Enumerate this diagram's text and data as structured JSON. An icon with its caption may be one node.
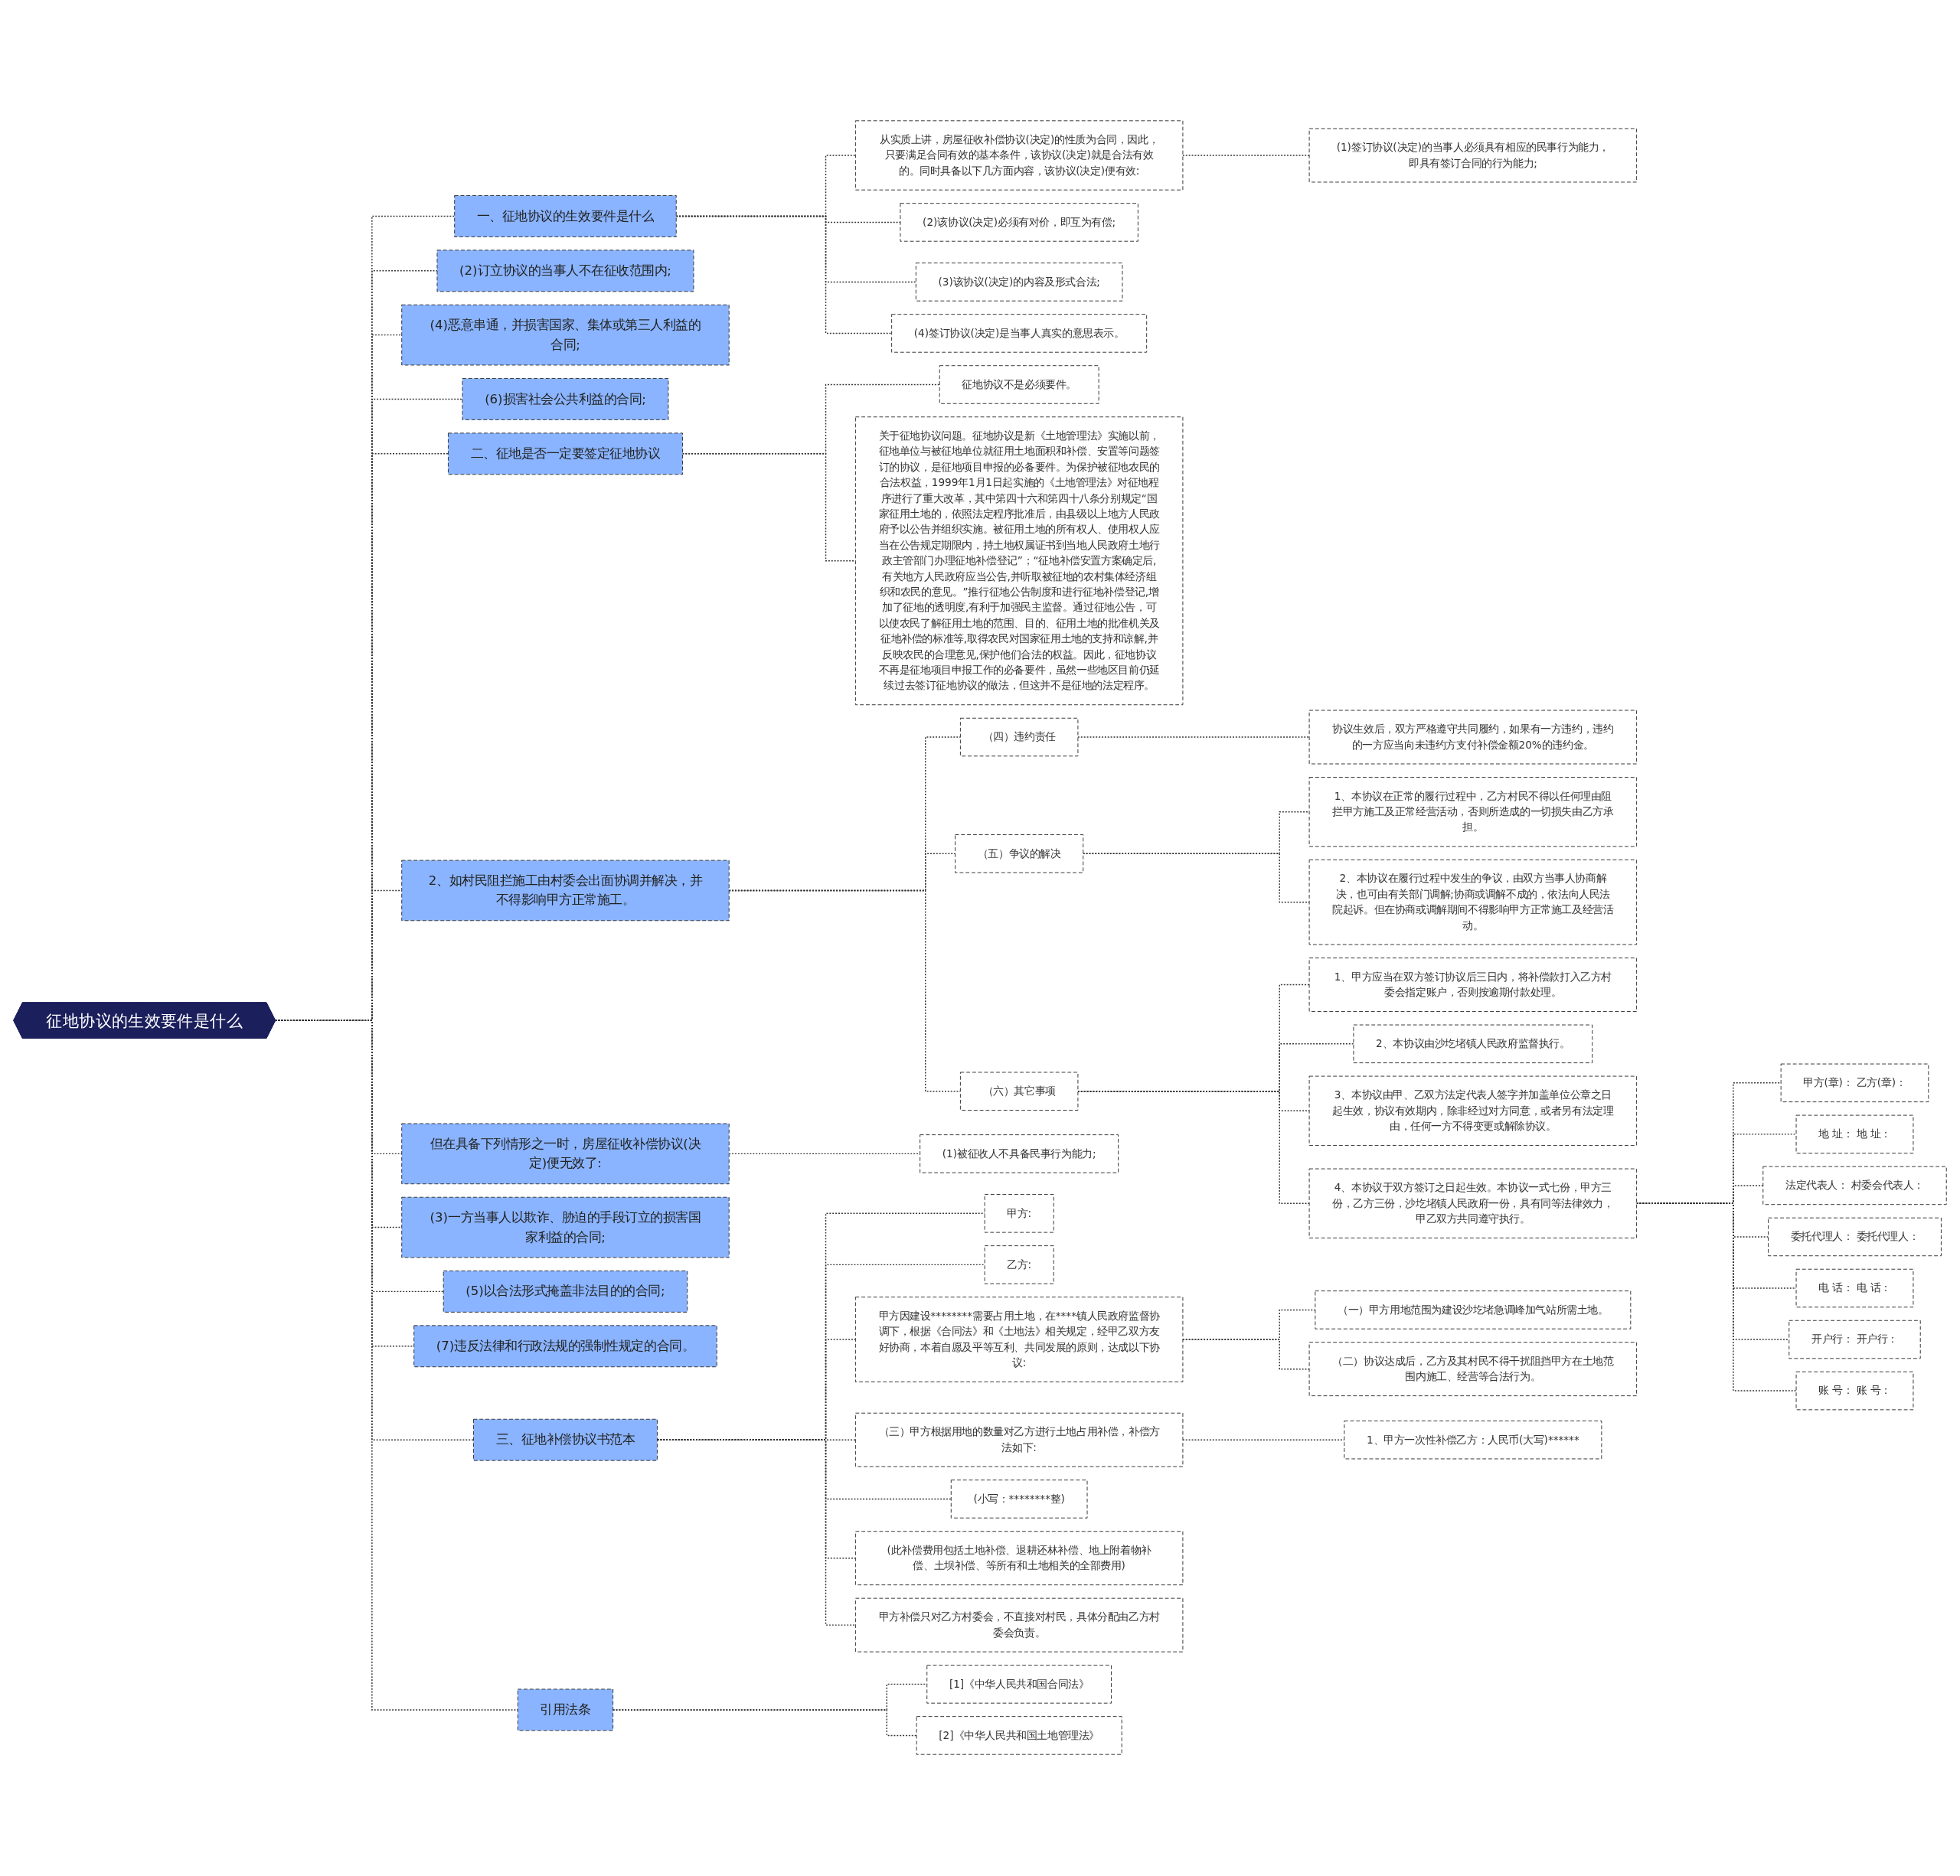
{
  "diagram": {
    "nodes": [
      {
        "text": [
          "征地协议的生效要件是什么"
        ]
      },
      {
        "text": [
          "一、征地协议的生效要件是什么"
        ]
      },
      {
        "text": [
          "从实质上讲，房屋征收补偿协议(决定)的性质为合同，因此，只要满足合同有效的基本条件，该协议(决定)就是合法有效的。同时具备以下几方面内容，该协议(决定)便有效:"
        ]
      },
      {
        "text": [
          "(1)签订协议(决定)的当事人必须具有相应的民事行为能力，即具有签订合同的行为能力;"
        ]
      },
      {
        "text": [
          "(2)该协议(决定)必须有对价，即互为有偿;"
        ]
      },
      {
        "text": [
          "(3)该协议(决定)的内容及形式合法;"
        ]
      },
      {
        "text": [
          "(4)签订协议(决定)是当事人真实的意思表示。"
        ]
      },
      {
        "text": [
          "(2)订立协议的当事人不在征收范围内;"
        ]
      },
      {
        "text": [
          "(4)恶意串通，并损害国家、集体或第三人利益的合同;"
        ]
      },
      {
        "text": [
          "(6)损害社会公共利益的合同;"
        ]
      },
      {
        "text": [
          "二、征地是否一定要签定征地协议"
        ]
      },
      {
        "text": [
          "征地协议不是必须要件。"
        ]
      },
      {
        "text": [
          "关于征地协议问题。征地协议是新《土地管理法》实施以前，征地单位与被征地单位就征用土地面积和补偿、安置等问题签订的协议，是征地项目申报的必备要件。为保护被征地农民的合法权益，1999年1月1日起实施的《土地管理法》对征地程序进行了重大改革，其中第四十六和第四十八条分别规定“国家征用土地的，依照法定程序批准后，由县级以上地方人民政府予以公告并组织实施。被征用土地的所有权人、使用权人应当在公告规定期限内，持土地权属证书到当地人民政府土地行政主管部门办理征地补偿登记”；“征地补偿安置方案确定后,有关地方人民政府应当公告,并听取被征地的农村集体经济组织和农民的意见。”推行征地公告制度和进行征地补偿登记,增加了征地的透明度,有利于加强民主监督。通过征地公告，可以使农民了解征用土地的范围、目的、征用土地的批准机关及征地补偿的标准等,取得农民对国家征用土地的支持和谅解,并反映农民的合理意见,保护他们合法的权益。因此，征地协议不再是征地项目申报工作的必备要件，虽然一些地区目前仍延续过去签订征地协议的做法，但这并不是征地的法定程序。"
        ]
      },
      {
        "text": [
          "2、如村民阻拦施工由村委会出面协调并解决，并不得影响甲方正常施工。"
        ]
      },
      {
        "text": [
          "（四）违约责任"
        ]
      },
      {
        "text": [
          "协议生效后，双方严格遵守共同履约，如果有一方违约，违约的一方应当向未违约方支付补偿金额20%的违约金。"
        ]
      },
      {
        "text": [
          "（五）争议的解决"
        ]
      },
      {
        "text": [
          "1、本协议在正常的履行过程中，乙方村民不得以任何理由阻拦甲方施工及正常经营活动，否则所造成的一切损失由乙方承担。"
        ]
      },
      {
        "text": [
          "2、本协议在履行过程中发生的争议，由双方当事人协商解决，也可由有关部门调解;协商或调解不成的，依法向人民法院起诉。但在协商或调解期间不得影响甲方正常施工及经营活动。"
        ]
      },
      {
        "text": [
          "（六）其它事项"
        ]
      },
      {
        "text": [
          "1、甲方应当在双方签订协议后三日内，将补偿款打入乙方村委会指定账户，否则按逾期付款处理。"
        ]
      },
      {
        "text": [
          "2、本协议由沙圪堵镇人民政府监督执行。"
        ]
      },
      {
        "text": [
          "3、本协议由甲、乙双方法定代表人签字并加盖单位公章之日起生效，协议有效期内，除非经过对方同意，或者另有法定理由，任何一方不得变更或解除协议。"
        ]
      },
      {
        "text": [
          "4、本协议于双方签订之日起生效。本协议一式七份，甲方三份，乙方三份，沙圪堵镇人民政府一份，具有同等法律效力，甲乙双方共同遵守执行。"
        ]
      },
      {
        "text": [
          "甲方(章)： 乙方(章)："
        ]
      },
      {
        "text": [
          "地 址： 地 址："
        ]
      },
      {
        "text": [
          "法定代表人： 村委会代表人："
        ]
      },
      {
        "text": [
          "委托代理人： 委托代理人："
        ]
      },
      {
        "text": [
          "电 话： 电 话："
        ]
      },
      {
        "text": [
          "开户行： 开户行："
        ]
      },
      {
        "text": [
          "账 号： 账 号："
        ]
      },
      {
        "text": [
          "但在具备下列情形之一时，房屋征收补偿协议(决定)便无效了:"
        ]
      },
      {
        "text": [
          "(1)被征收人不具备民事行为能力;"
        ]
      },
      {
        "text": [
          "(3)一方当事人以欺诈、胁迫的手段订立的损害国家利益的合同;"
        ]
      },
      {
        "text": [
          "(5)以合法形式掩盖非法目的的合同;"
        ]
      },
      {
        "text": [
          "(7)违反法律和行政法规的强制性规定的合同。"
        ]
      },
      {
        "text": [
          "三、征地补偿协议书范本"
        ]
      },
      {
        "text": [
          "甲方:"
        ]
      },
      {
        "text": [
          "乙方:"
        ]
      },
      {
        "text": [
          "甲方因建设********需要占用土地，在****镇人民政府监督协调下，根据《合同法》和《土地法》相关规定，经甲乙双方友好协商，本着自愿及平等互利、共同发展的原则，达成以下协议:"
        ]
      },
      {
        "text": [
          "（一）甲方用地范围为建设沙圪堵急调峰加气站所需土地。"
        ]
      },
      {
        "text": [
          "（二）协议达成后，乙方及其村民不得干扰阻挡甲方在土地范围内施工、经营等合法行为。"
        ]
      },
      {
        "text": [
          "（三）甲方根据用地的数量对乙方进行土地占用补偿，补偿方法如下:"
        ]
      },
      {
        "text": [
          "1、甲方一次性补偿乙方：人民币(大写)******"
        ]
      },
      {
        "text": [
          "(小写：********整)"
        ]
      },
      {
        "text": [
          "(此补偿费用包括土地补偿、退耕还林补偿、地上附着物补偿、土坝补偿、等所有和土地相关的全部费用)"
        ]
      },
      {
        "text": [
          "甲方补偿只对乙方村委会，不直接对村民，具体分配由乙方村委会负责。"
        ]
      },
      {
        "text": [
          "引用法条"
        ]
      },
      {
        "text": [
          "[1]《中华人民共和国合同法》"
        ]
      },
      {
        "text": [
          "[2]《中华人民共和国土地管理法》"
        ]
      }
    ],
    "edges": [
      {
        "from": 0,
        "to": 1,
        "arrow": "none",
        "style": "dashed"
      },
      {
        "from": 1,
        "to": 2,
        "arrow": "none",
        "style": "dashed"
      },
      {
        "from": 2,
        "to": 3,
        "arrow": "none",
        "style": "dashed"
      },
      {
        "from": 1,
        "to": 4,
        "arrow": "none",
        "style": "dashed"
      },
      {
        "from": 1,
        "to": 5,
        "arrow": "none",
        "style": "dashed"
      },
      {
        "from": 1,
        "to": 6,
        "arrow": "none",
        "style": "dashed"
      },
      {
        "from": 0,
        "to": 7,
        "arrow": "none",
        "style": "dashed"
      },
      {
        "from": 0,
        "to": 8,
        "arrow": "none",
        "style": "dashed"
      },
      {
        "from": 0,
        "to": 9,
        "arrow": "none",
        "style": "dashed"
      },
      {
        "from": 0,
        "to": 10,
        "arrow": "none",
        "style": "dashed"
      },
      {
        "from": 10,
        "to": 11,
        "arrow": "none",
        "style": "dashed"
      },
      {
        "from": 10,
        "to": 12,
        "arrow": "none",
        "style": "dashed"
      },
      {
        "from": 0,
        "to": 13,
        "arrow": "none",
        "style": "dashed"
      },
      {
        "from": 13,
        "to": 14,
        "arrow": "none",
        "style": "dashed"
      },
      {
        "from": 14,
        "to": 15,
        "arrow": "none",
        "style": "dashed"
      },
      {
        "from": 13,
        "to": 16,
        "arrow": "none",
        "style": "dashed"
      },
      {
        "from": 16,
        "to": 17,
        "arrow": "none",
        "style": "dashed"
      },
      {
        "from": 16,
        "to": 18,
        "arrow": "none",
        "style": "dashed"
      },
      {
        "from": 13,
        "to": 19,
        "arrow": "none",
        "style": "dashed"
      },
      {
        "from": 19,
        "to": 20,
        "arrow": "none",
        "style": "dashed"
      },
      {
        "from": 19,
        "to": 21,
        "arrow": "none",
        "style": "dashed"
      },
      {
        "from": 19,
        "to": 22,
        "arrow": "none",
        "style": "dashed"
      },
      {
        "from": 19,
        "to": 23,
        "arrow": "none",
        "style": "dashed"
      },
      {
        "from": 23,
        "to": 24,
        "arrow": "none",
        "style": "dashed"
      },
      {
        "from": 23,
        "to": 25,
        "arrow": "none",
        "style": "dashed"
      },
      {
        "from": 23,
        "to": 26,
        "arrow": "none",
        "style": "dashed"
      },
      {
        "from": 23,
        "to": 27,
        "arrow": "none",
        "style": "dashed"
      },
      {
        "from": 23,
        "to": 28,
        "arrow": "none",
        "style": "dashed"
      },
      {
        "from": 23,
        "to": 29,
        "arrow": "none",
        "style": "dashed"
      },
      {
        "from": 23,
        "to": 30,
        "arrow": "none",
        "style": "dashed"
      },
      {
        "from": 0,
        "to": 31,
        "arrow": "none",
        "style": "dashed"
      },
      {
        "from": 31,
        "to": 32,
        "arrow": "none",
        "style": "dashed"
      },
      {
        "from": 0,
        "to": 33,
        "arrow": "none",
        "style": "dashed"
      },
      {
        "from": 0,
        "to": 34,
        "arrow": "none",
        "style": "dashed"
      },
      {
        "from": 0,
        "to": 35,
        "arrow": "none",
        "style": "dashed"
      },
      {
        "from": 0,
        "to": 36,
        "arrow": "none",
        "style": "dashed"
      },
      {
        "from": 36,
        "to": 37,
        "arrow": "none",
        "style": "dashed"
      },
      {
        "from": 36,
        "to": 38,
        "arrow": "none",
        "style": "dashed"
      },
      {
        "from": 36,
        "to": 39,
        "arrow": "none",
        "style": "dashed"
      },
      {
        "from": 39,
        "to": 40,
        "arrow": "none",
        "style": "dashed"
      },
      {
        "from": 39,
        "to": 41,
        "arrow": "none",
        "style": "dashed"
      },
      {
        "from": 36,
        "to": 42,
        "arrow": "none",
        "style": "dashed"
      },
      {
        "from": 42,
        "to": 43,
        "arrow": "none",
        "style": "dashed"
      },
      {
        "from": 36,
        "to": 44,
        "arrow": "none",
        "style": "dashed"
      },
      {
        "from": 36,
        "to": 45,
        "arrow": "none",
        "style": "dashed"
      },
      {
        "from": 36,
        "to": 46,
        "arrow": "none",
        "style": "dashed"
      },
      {
        "from": 0,
        "to": 47,
        "arrow": "none",
        "style": "dashed"
      },
      {
        "from": 47,
        "to": 48,
        "arrow": "none",
        "style": "dashed"
      },
      {
        "from": 47,
        "to": 49,
        "arrow": "none",
        "style": "dashed"
      }
    ]
  }
}
